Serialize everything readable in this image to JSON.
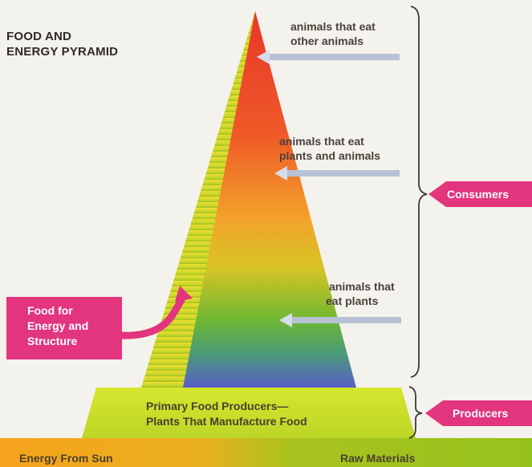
{
  "title": {
    "line1": "FOOD AND",
    "line2": "ENERGY PYRAMID"
  },
  "levels": {
    "top": {
      "line1": "animals that eat",
      "line2": "other animals"
    },
    "middle": {
      "line1": "animals that eat",
      "line2": "plants and animals"
    },
    "bottom": {
      "line1": "animals that",
      "line2": "eat plants"
    }
  },
  "producers_box": {
    "line1": "Primary Food Producers—",
    "line2": "Plants That Manufacture Food"
  },
  "tags": {
    "consumers": "Consumers",
    "producers": "Producers",
    "food_for": {
      "line1": "Food for",
      "line2": "Energy and",
      "line3": "Structure"
    }
  },
  "band": {
    "left": "Energy From Sun",
    "right": "Raw Materials"
  },
  "colors": {
    "tag_pink": "#e2357e",
    "arrow_fill": "#b8c2d6",
    "brace": "#3a3a3a",
    "band_left": "#f3a51f",
    "band_right": "#9cc21c",
    "producer_base": "#c8dd2a"
  }
}
